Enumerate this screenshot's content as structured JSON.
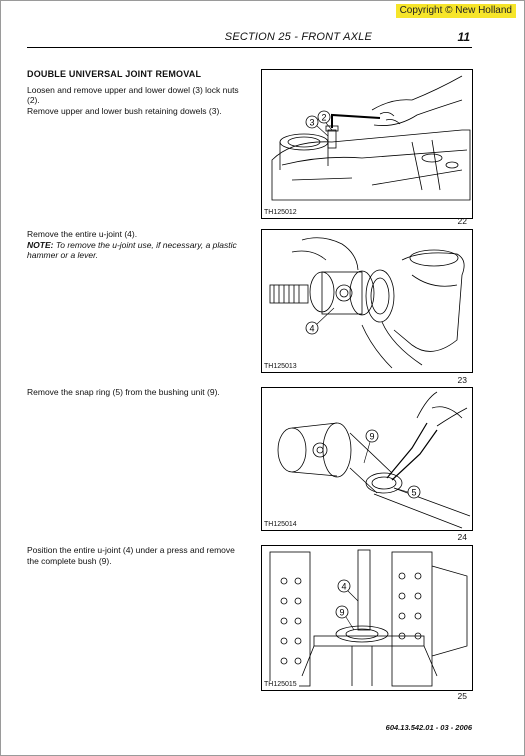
{
  "copyright": "Copyright © New Holland",
  "header": {
    "section_title": "SECTION 25 - FRONT AXLE",
    "page_number": "11"
  },
  "steps": [
    {
      "heading": "DOUBLE UNIVERSAL JOINT REMOVAL",
      "lines": [
        "Loosen and remove upper and lower dowel (3) lock nuts (2).",
        "Remove upper and lower bush retaining dowels (3)."
      ],
      "figure_code": "TH125012",
      "figure_number": "22",
      "callouts": [
        "3",
        "2"
      ]
    },
    {
      "lines": [
        "Remove the entire u-joint (4)."
      ],
      "note_label": "NOTE:",
      "note_text": "To remove the u-joint use, if necessary, a plastic hammer or a lever.",
      "figure_code": "TH125013",
      "figure_number": "23",
      "callouts": [
        "4"
      ]
    },
    {
      "lines": [
        "Remove the snap ring (5) from the bushing unit (9)."
      ],
      "figure_code": "TH125014",
      "figure_number": "24",
      "callouts": [
        "9",
        "5"
      ]
    },
    {
      "lines": [
        "Position the entire u-joint (4) under a press and remove the complete bush (9)."
      ],
      "figure_code": "TH125015",
      "figure_number": "25",
      "callouts": [
        "4",
        "9"
      ]
    }
  ],
  "footer": "604.13.542.01 - 03 - 2006"
}
